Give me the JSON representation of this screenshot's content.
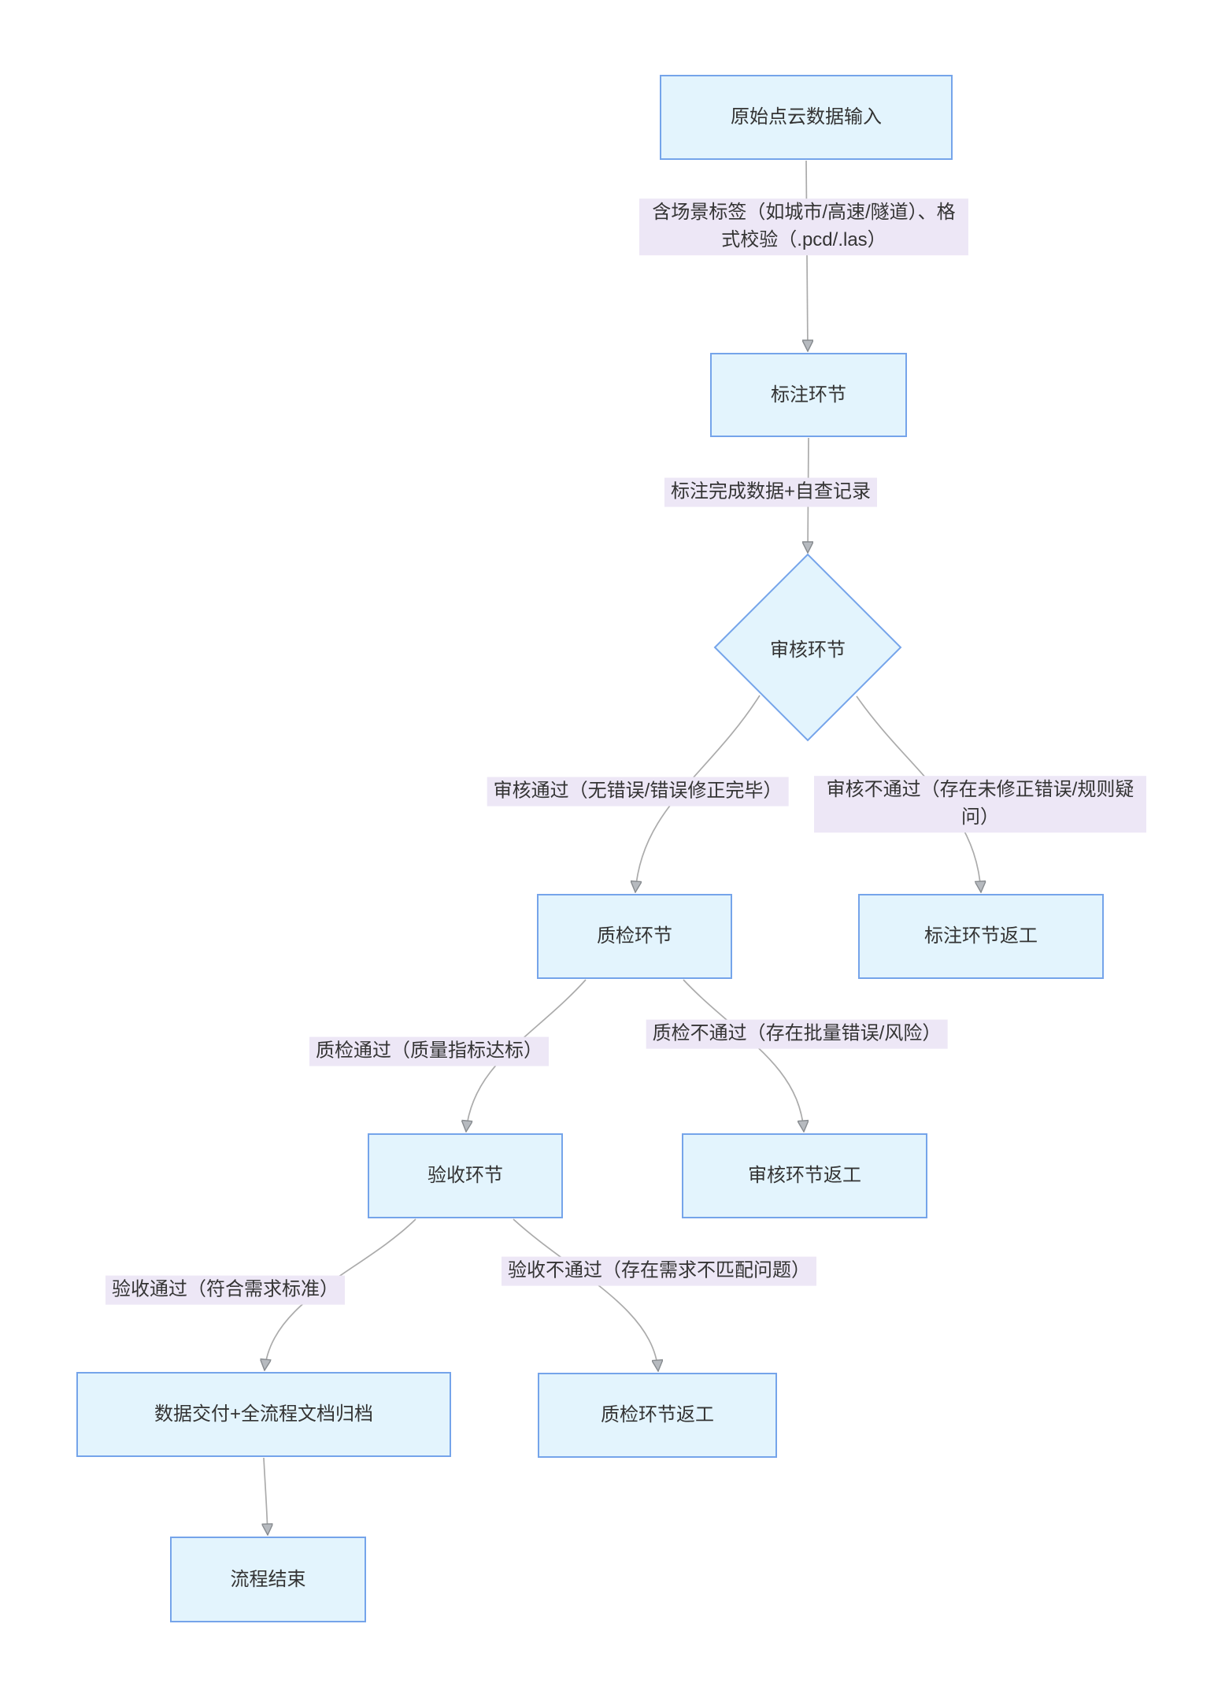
{
  "colors": {
    "node_fill": "#e3f4fd",
    "node_border": "#75a4ea",
    "edge_label_bg": "#ede7f6",
    "edge_line": "#ababab",
    "text": "#333333"
  },
  "nodes": {
    "input": {
      "label": "原始点云数据输入"
    },
    "annotation": {
      "label": "标注环节"
    },
    "review": {
      "label": "审核环节"
    },
    "qc": {
      "label": "质检环节"
    },
    "annotation_rework": {
      "label": "标注环节返工"
    },
    "acceptance": {
      "label": "验收环节"
    },
    "review_rework": {
      "label": "审核环节返工"
    },
    "delivery": {
      "label": "数据交付+全流程文档归档"
    },
    "qc_rework": {
      "label": "质检环节返工"
    },
    "end": {
      "label": "流程结束"
    }
  },
  "edge_labels": {
    "input_check": {
      "label": "含场景标签（如城市/高速/隧道）、格式校验（.pcd/.las）"
    },
    "annotation_done": {
      "label": "标注完成数据+自查记录"
    },
    "review_pass": {
      "label": "审核通过（无错误/错误修正完毕）"
    },
    "review_fail": {
      "label": "审核不通过（存在未修正错误/规则疑问）"
    },
    "qc_pass": {
      "label": "质检通过（质量指标达标）"
    },
    "qc_fail": {
      "label": "质检不通过（存在批量错误/风险）"
    },
    "acceptance_pass": {
      "label": "验收通过（符合需求标准）"
    },
    "acceptance_fail": {
      "label": "验收不通过（存在需求不匹配问题）"
    }
  }
}
